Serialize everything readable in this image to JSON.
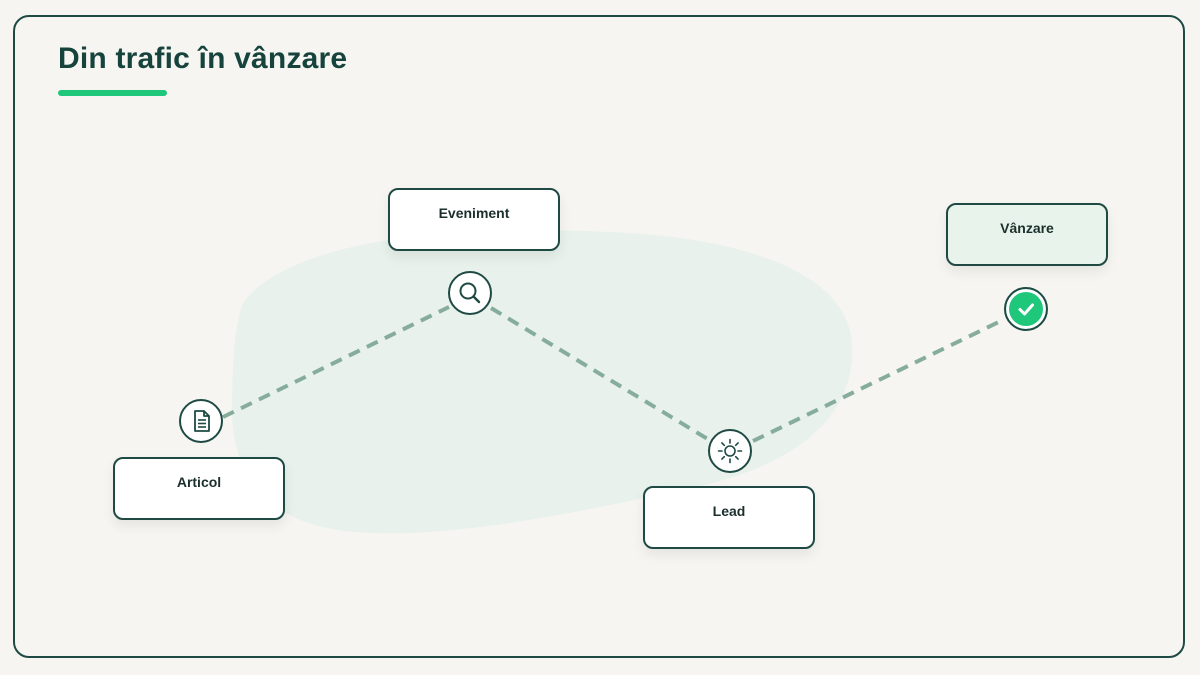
{
  "title": "Din trafic în vânzare",
  "colors": {
    "frame": "#1f4a44",
    "accent": "#1fc77b",
    "connector": "#86ad9c",
    "blob": "#e8f1eb",
    "background": "#f6f5f1"
  },
  "steps": [
    {
      "label": "Articol",
      "icon": "document-icon"
    },
    {
      "label": "Eveniment",
      "icon": "search-icon"
    },
    {
      "label": "Lead",
      "icon": "sun-icon"
    },
    {
      "label": "Vânzare",
      "icon": "check-circle-icon"
    }
  ]
}
